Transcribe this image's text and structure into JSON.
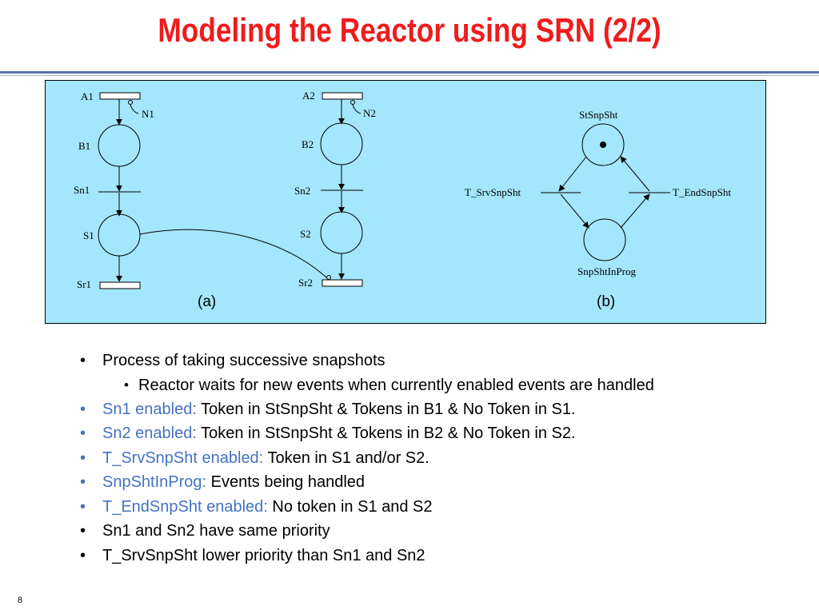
{
  "slide": {
    "title": "Modeling the Reactor using SRN (2/2)",
    "page_number": "8"
  },
  "diagram": {
    "a": {
      "caption": "(a)",
      "A1": "A1",
      "N1": "N1",
      "B1": "B1",
      "Sn1": "Sn1",
      "S1": "S1",
      "Sr1": "Sr1",
      "A2": "A2",
      "N2": "N2",
      "B2": "B2",
      "Sn2": "Sn2",
      "S2": "S2",
      "Sr2": "Sr2"
    },
    "b": {
      "caption": "(b)",
      "StSnpSht": "StSnpSht",
      "T_SrvSnpSht": "T_SrvSnpSht",
      "T_EndSnpSht": "T_EndSnpSht",
      "SnpShtInProg": "SnpShtInProg"
    },
    "colors": {
      "background": "#a4e6fb",
      "title": "#ee1c1c",
      "highlight": "#4472c4"
    }
  },
  "bullets": [
    {
      "text": "Process of taking successive snapshots"
    },
    {
      "sub": "Reactor waits for new events when currently enabled events are handled"
    },
    {
      "label": "Sn1 enabled:",
      "text": " Token in StSnpSht  & Tokens in B1 & No Token in S1."
    },
    {
      "label": "Sn2 enabled:",
      "text": " Token in StSnpSht  & Tokens in B2 & No Token in S2."
    },
    {
      "label": "T_SrvSnpSht enabled:",
      "text": " Token in S1 and/or S2."
    },
    {
      "label": "SnpShtInProg:",
      "text": " Events being handled"
    },
    {
      "label": "T_EndSnpSht enabled:",
      "text": " No token in S1 and S2"
    },
    {
      "text": "Sn1 and Sn2 have same priority"
    },
    {
      "text": "T_SrvSnpSht lower priority than Sn1 and Sn2"
    }
  ]
}
